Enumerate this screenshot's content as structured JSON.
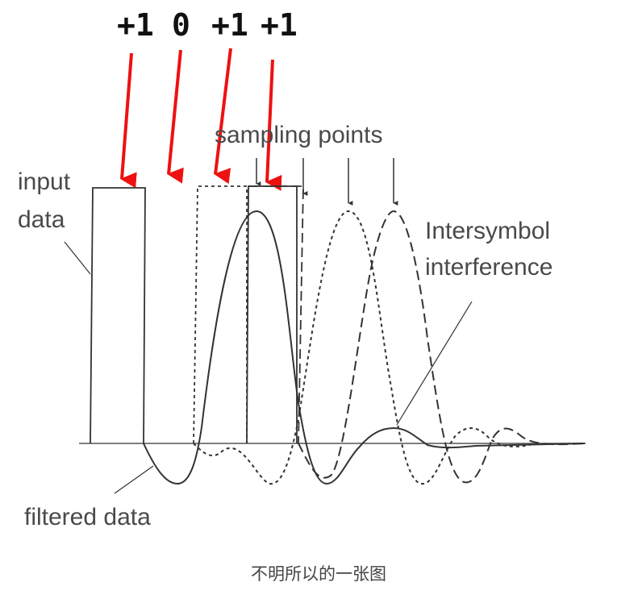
{
  "symbols": [
    "+1",
    "0",
    "+1",
    "+1"
  ],
  "labels": {
    "sampling_points": "sampling points",
    "input_data_line1": "input",
    "input_data_line2": "data",
    "isi_line1": "Intersymbol",
    "isi_line2": "interference",
    "filtered_data": "filtered data"
  },
  "caption": "不明所以的一张图",
  "colors": {
    "arrow": "#ee1111",
    "ink": "#333333",
    "text": "#4a4a4a"
  }
}
